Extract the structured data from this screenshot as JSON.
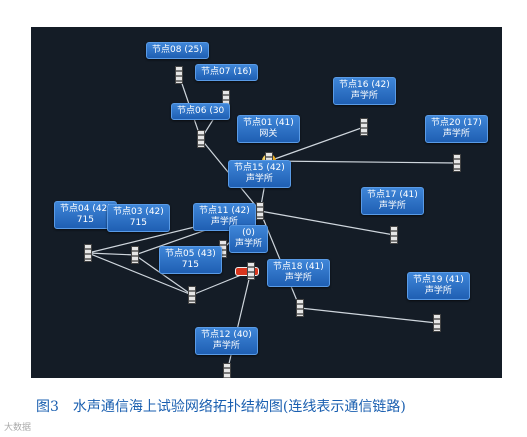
{
  "nodes": [
    {
      "id": "n08",
      "label": "节点08 (25)",
      "sub": ""
    },
    {
      "id": "n07",
      "label": "节点07 (16)",
      "sub": ""
    },
    {
      "id": "n06",
      "label": "节点06 (30",
      "sub": ""
    },
    {
      "id": "n01",
      "label": "节点01 (41)",
      "sub": "网关"
    },
    {
      "id": "n16",
      "label": "节点16 (42)",
      "sub": "声学所"
    },
    {
      "id": "n20",
      "label": "节点20 (17)",
      "sub": "声学所"
    },
    {
      "id": "n15",
      "label": "节点15 (42)",
      "sub": "声学所"
    },
    {
      "id": "n17",
      "label": "节点17 (41)",
      "sub": "声学所"
    },
    {
      "id": "n04",
      "label": "节点04 (42)",
      "sub": "715"
    },
    {
      "id": "n03",
      "label": "节点03 (42)",
      "sub": "715"
    },
    {
      "id": "n11",
      "label": "节点11 (42)",
      "sub": "声学所"
    },
    {
      "id": "n10",
      "label": "(0)",
      "sub": "声学所"
    },
    {
      "id": "n05",
      "label": "节点05 (43)",
      "sub": "715"
    },
    {
      "id": "n18",
      "label": "节点18 (41)",
      "sub": "声学所"
    },
    {
      "id": "n19",
      "label": "节点19 (41)",
      "sub": "声学所"
    },
    {
      "id": "n12",
      "label": "节点12 (40)",
      "sub": "声学所"
    }
  ],
  "links": [
    [
      "n15",
      "n01"
    ],
    [
      "n01",
      "n16"
    ],
    [
      "n01",
      "n20"
    ],
    [
      "n15",
      "n06"
    ],
    [
      "n15",
      "n17"
    ],
    [
      "n15",
      "n04"
    ],
    [
      "n15",
      "n03"
    ],
    [
      "n15",
      "n11"
    ],
    [
      "n15",
      "n18"
    ],
    [
      "n04",
      "n03"
    ],
    [
      "n04",
      "n05"
    ],
    [
      "n03",
      "n05"
    ],
    [
      "n05",
      "n10"
    ],
    [
      "n18",
      "n19"
    ],
    [
      "n12",
      "n10"
    ],
    [
      "n06",
      "n07"
    ],
    [
      "n06",
      "n08"
    ]
  ],
  "caption": "图3　水声通信海上试验网络拓扑结构图(连线表示通信链路)",
  "watermark": "大数据"
}
